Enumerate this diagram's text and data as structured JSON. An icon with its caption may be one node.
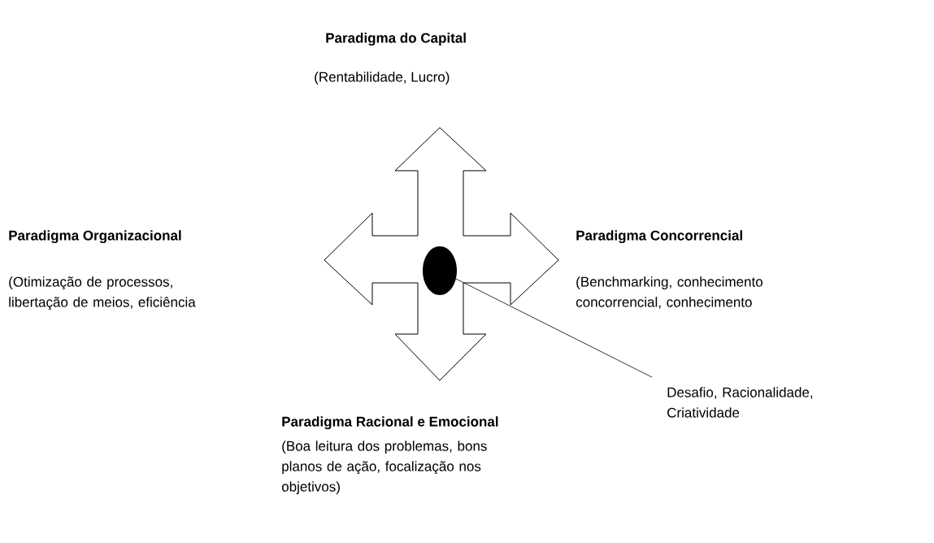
{
  "diagram": {
    "nodes": [
      {
        "text": [],
        "shape": "ellipse"
      },
      {
        "text": [
          "Desafio, Racionalidade, Criatividade"
        ]
      }
    ],
    "edges": [
      {
        "from": 1,
        "to": 0,
        "arrow": "none"
      }
    ],
    "labels": [
      "Paradigma do Capital",
      "(Rentabilidade, Lucro)",
      "Paradigma Organizacional",
      "Paradigma Concorrencial",
      "(Otimização de processos, libertação de meios, eficiência",
      "(Benchmarking, conhecimento concorrencial, conhecimento",
      "Paradigma Racional e Emocional",
      "(Boa leitura dos problemas, bons planos de ação, focalização nos objetivos)"
    ]
  }
}
